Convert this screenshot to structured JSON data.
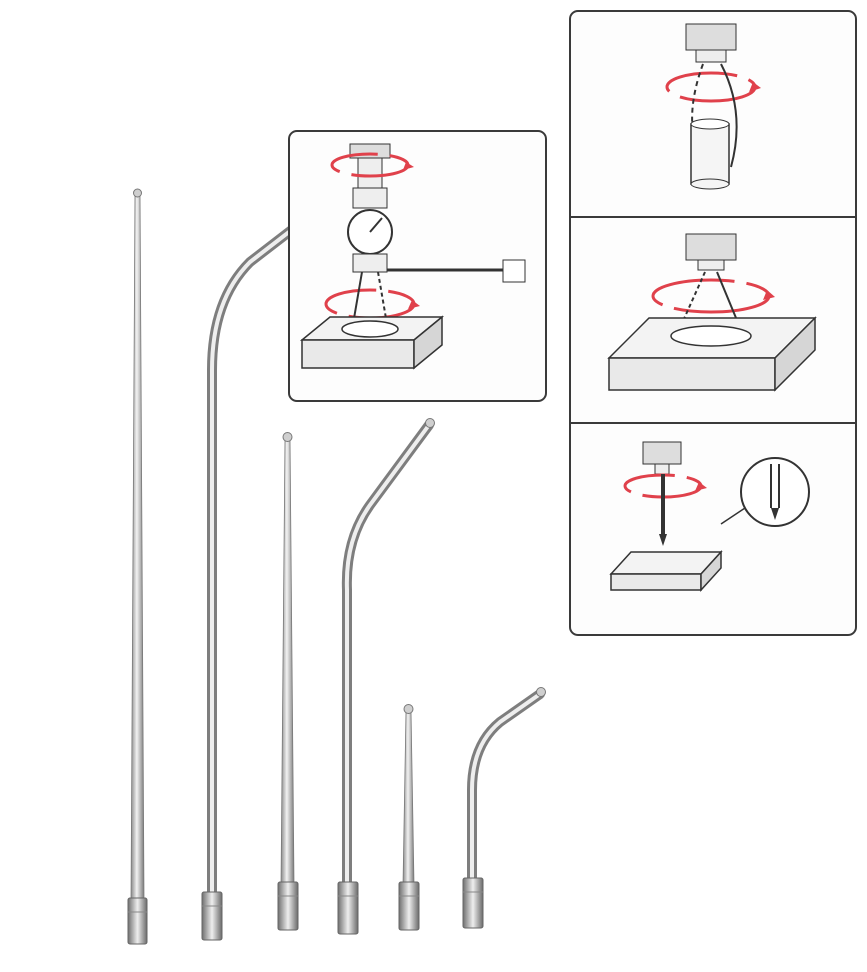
{
  "colors": {
    "background": "#ffffff",
    "steel_dark": "#7d7d7d",
    "steel_light": "#e6e6e6",
    "rotation_arrow": "#e0414b",
    "panel_border": "#3a3a3a",
    "workpiece": "#e9e9e9"
  },
  "probes": [
    {
      "name": "straight-probe-long",
      "shape": "straight"
    },
    {
      "name": "bent-probe-long",
      "shape": "bent"
    },
    {
      "name": "straight-probe-medium",
      "shape": "straight"
    },
    {
      "name": "bent-probe-medium",
      "shape": "bent"
    },
    {
      "name": "straight-probe-short",
      "shape": "straight"
    },
    {
      "name": "bent-probe-short",
      "shape": "bent"
    }
  ],
  "illustrations": [
    {
      "name": "dial-indicator-bore-centering",
      "icon": "dial-indicator-on-workpiece-icon"
    },
    {
      "name": "bore-centering-on-cylinder",
      "icon": "spindle-rotation-icon"
    },
    {
      "name": "hole-centering-on-block",
      "icon": "spindle-rotation-icon"
    },
    {
      "name": "edge-finding-with-magnified-tip",
      "icon": "magnifier-icon"
    }
  ]
}
